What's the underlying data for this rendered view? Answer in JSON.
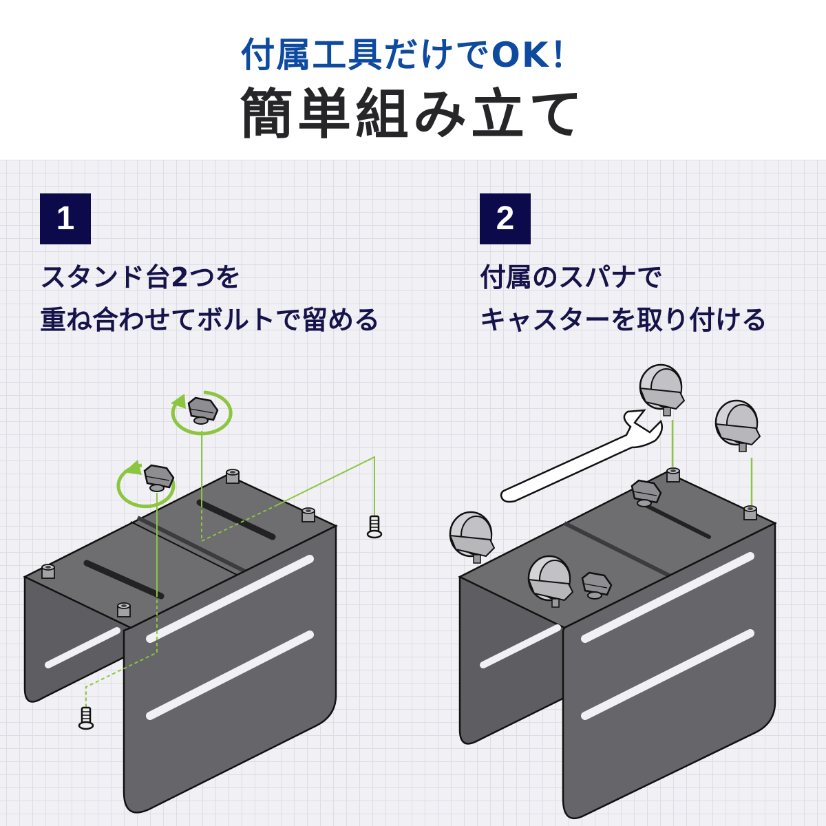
{
  "header": {
    "subtitle": "付属工具だけでOK！",
    "title": "簡単組み立て"
  },
  "steps": [
    {
      "number": "1",
      "lines": [
        "スタンド台2つを",
        "重ね合わせてボルトで留める"
      ]
    },
    {
      "number": "2",
      "lines": [
        "付属のスパナで",
        "キャスターを取り付ける"
      ]
    }
  ],
  "colors": {
    "subtitle": "#0e4aa0",
    "title": "#262528",
    "badge": "#0c0a4a",
    "step_text": "#15134a",
    "guide_line": "#8cc63f",
    "metal": "#6e6d70",
    "grid_bg": "#f1f0f4"
  },
  "illustrations": {
    "step1": [
      "stand-base",
      "thumb-screw",
      "rotation-arrow",
      "bolt"
    ],
    "step2": [
      "stand-base",
      "wrench",
      "caster",
      "thumb-screw"
    ]
  }
}
